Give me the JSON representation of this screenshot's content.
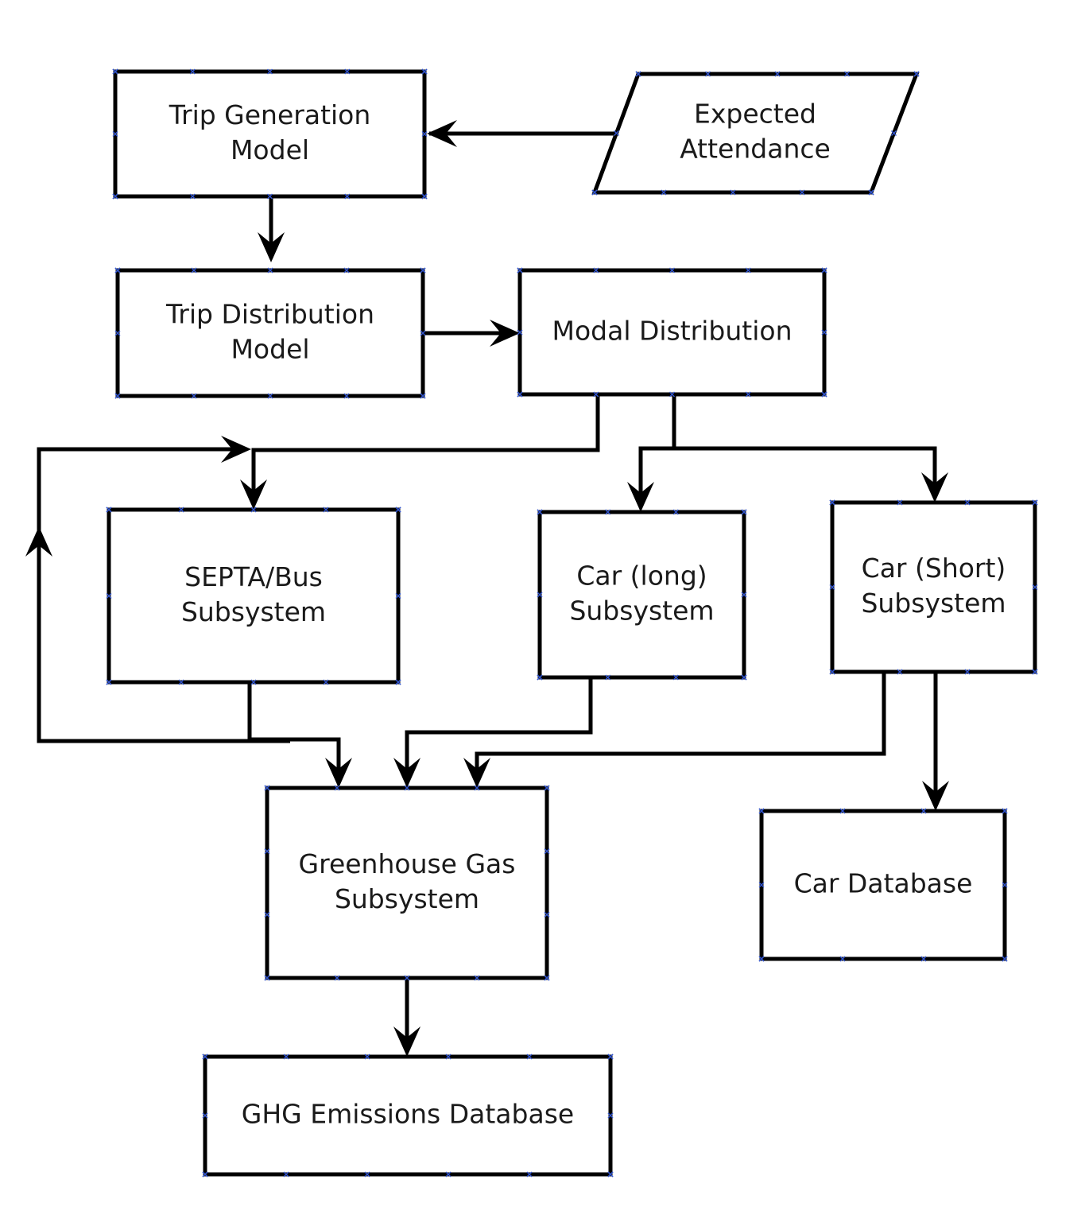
{
  "nodes": [
    {
      "id": "trip-generation",
      "lines": [
        "Trip Generation",
        "Model"
      ]
    },
    {
      "id": "expected-attendance",
      "lines": [
        "Expected",
        "Attendance"
      ]
    },
    {
      "id": "trip-distribution",
      "lines": [
        "Trip Distribution",
        "Model"
      ]
    },
    {
      "id": "modal-distribution",
      "lines": [
        "Modal Distribution"
      ]
    },
    {
      "id": "septa-bus",
      "lines": [
        "SEPTA/Bus",
        "Subsystem"
      ]
    },
    {
      "id": "car-long",
      "lines": [
        "Car (long)",
        "Subsystem"
      ]
    },
    {
      "id": "car-short",
      "lines": [
        "Car (Short)",
        "Subsystem"
      ]
    },
    {
      "id": "greenhouse-gas",
      "lines": [
        "Greenhouse Gas",
        "Subsystem"
      ]
    },
    {
      "id": "car-database",
      "lines": [
        "Car Database"
      ]
    },
    {
      "id": "ghg-emissions-db",
      "lines": [
        "GHG Emissions Database"
      ]
    }
  ],
  "edges": [
    {
      "from": "expected-attendance",
      "to": "trip-generation"
    },
    {
      "from": "trip-generation",
      "to": "trip-distribution"
    },
    {
      "from": "trip-distribution",
      "to": "modal-distribution"
    },
    {
      "from": "modal-distribution",
      "to": "septa-bus"
    },
    {
      "from": "modal-distribution",
      "to": "car-long"
    },
    {
      "from": "modal-distribution",
      "to": "car-short"
    },
    {
      "from": "septa-bus",
      "to": "greenhouse-gas"
    },
    {
      "from": "septa-bus",
      "to": "septa-bus"
    },
    {
      "from": "car-long",
      "to": "greenhouse-gas"
    },
    {
      "from": "car-short",
      "to": "greenhouse-gas"
    },
    {
      "from": "car-short",
      "to": "car-database"
    },
    {
      "from": "greenhouse-gas",
      "to": "ghg-emissions-db"
    }
  ]
}
